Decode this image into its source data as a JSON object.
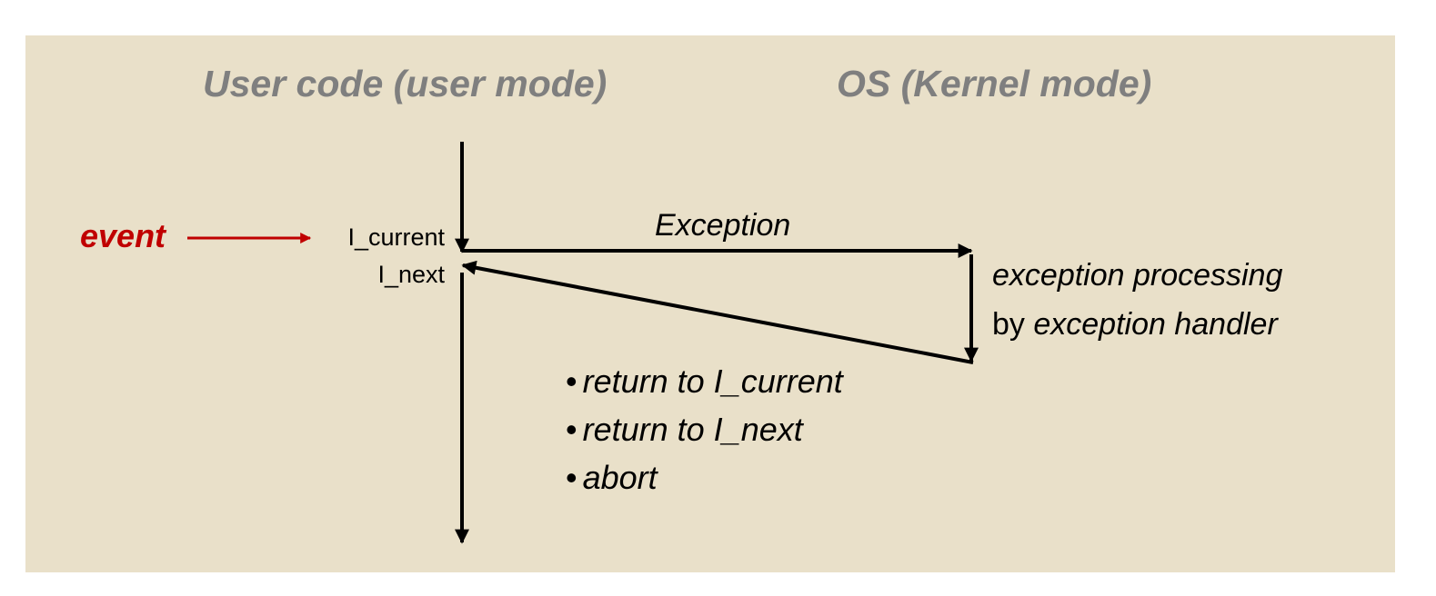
{
  "headings": {
    "user": "User code (user mode)",
    "os": "OS (Kernel mode)"
  },
  "event_label": "event",
  "instructions": {
    "current": "I_current",
    "next": "I_next"
  },
  "exception_label": "Exception",
  "handler_text": {
    "line1": "exception processing",
    "line2_prefix": "by ",
    "line2_italic": "exception handler"
  },
  "bullet_glyph": "•",
  "outcomes": [
    "return to I_current",
    "return to I_next",
    "abort"
  ],
  "colors": {
    "background": "#e9e0c9",
    "heading": "#7f7f7f",
    "event": "#c00000",
    "line": "#000000"
  }
}
